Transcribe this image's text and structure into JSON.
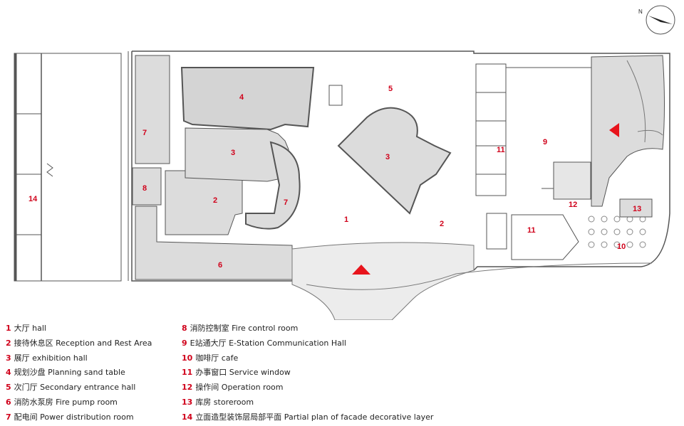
{
  "room_numbers": {
    "hall": "1",
    "reception": "2",
    "exhibition": "3",
    "sand_table": "4",
    "secondary_entrance": "5",
    "fire_pump": "6",
    "power_distribution": "7",
    "fire_control": "8",
    "e_station": "9",
    "cafe": "10",
    "service_window": "11",
    "operation_room": "12",
    "storeroom": "13",
    "facade_layer": "14"
  },
  "legend": [
    {
      "num": "1",
      "text": "大厅 hall"
    },
    {
      "num": "2",
      "text": "接待休息区 Reception and Rest Area"
    },
    {
      "num": "3",
      "text": "展厅 exhibition hall"
    },
    {
      "num": "4",
      "text": "规划沙盘 Planning sand table"
    },
    {
      "num": "5",
      "text": "次门厅 Secondary entrance hall"
    },
    {
      "num": "6",
      "text": "消防水泵房 Fire pump room"
    },
    {
      "num": "7",
      "text": "配电间 Power distribution room"
    },
    {
      "num": "8",
      "text": "消防控制室 Fire control room"
    },
    {
      "num": "9",
      "text": "E站通大厅 E-Station Communication Hall"
    },
    {
      "num": "10",
      "text": "咖啡厅 cafe"
    },
    {
      "num": "11",
      "text": "办事窗口 Service window"
    },
    {
      "num": "12",
      "text": "操作间 Operation room"
    },
    {
      "num": "13",
      "text": "库房 storeroom"
    },
    {
      "num": "14",
      "text": "立面造型装饰层局部平面 Partial plan of facade decorative layer"
    }
  ],
  "compass_label": "N",
  "colors": {
    "label_red": "#d0021b",
    "room_fill": "#dcdcdc",
    "wall": "#555555",
    "entrance_marker": "#e8141c"
  }
}
